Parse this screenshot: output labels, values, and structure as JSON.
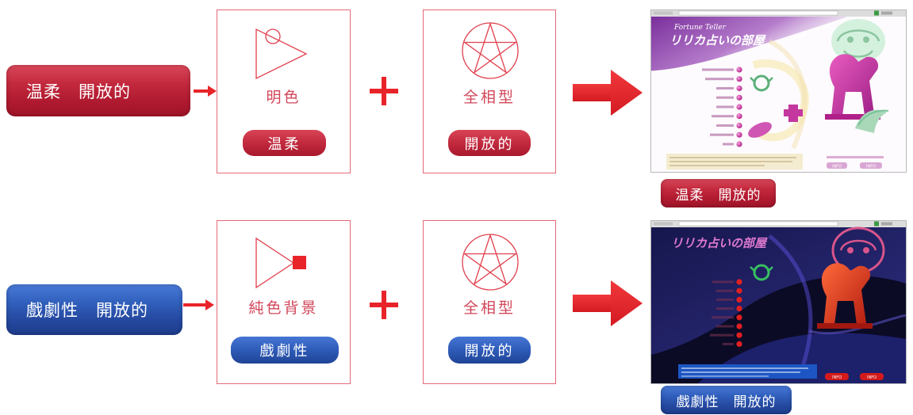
{
  "rows": [
    {
      "intent_label": "温柔　開放的",
      "attribute_a": {
        "icon": "triangle-circle-icon",
        "caption": "明色",
        "pill": "温柔"
      },
      "attribute_b": {
        "icon": "star-in-circle-icon",
        "caption": "全相型",
        "pill": "開放的"
      },
      "result": {
        "page": {
          "subtitle": "Fortune Teller",
          "title": "リリカ占いの部屋",
          "buttons": [
            "INFO",
            "INFO"
          ]
        },
        "label": "温柔　開放的"
      }
    },
    {
      "intent_label": "戲劇性　開放的",
      "attribute_a": {
        "icon": "triangle-square-icon",
        "caption": "純色背景",
        "pill": "戲劇性"
      },
      "attribute_b": {
        "icon": "star-in-circle-icon",
        "caption": "全相型",
        "pill": "開放的"
      },
      "result": {
        "page": {
          "title": "リリカ占いの部屋",
          "buttons": [
            "INFO",
            "INFO"
          ]
        },
        "label": "戲劇性　開放的"
      }
    }
  ],
  "colors": {
    "red": "#c8283a",
    "blue": "#2d55b0",
    "arrow": "#e8242a",
    "frame": "#e46a78"
  }
}
